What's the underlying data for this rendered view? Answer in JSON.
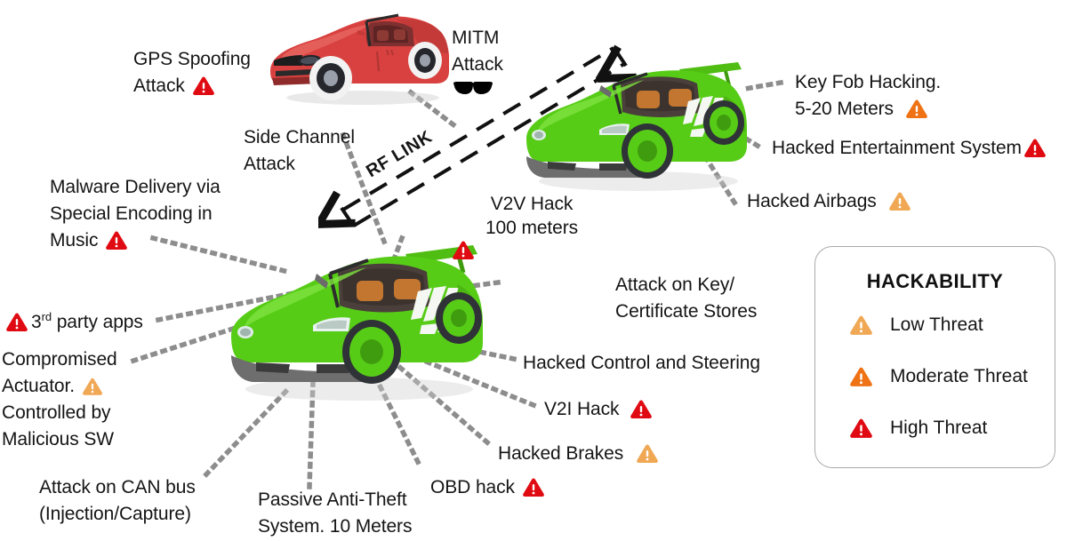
{
  "diagram": {
    "title": "Automotive Attack Surface / Hackability Diagram",
    "rf_link_label": "RF LINK",
    "colors": {
      "low_threat": "#f0a855",
      "moderate_threat": "#ef7215",
      "high_threat": "#e00b12",
      "leader_line": "#8d8d8d",
      "text": "#151515",
      "legend_border": "#aaaaaa",
      "car_green": "#57cc17",
      "car_red": "#d8413f",
      "background": "#ffffff"
    }
  },
  "vehicles": [
    {
      "name": "red-convertible-car",
      "color": "#d8413f"
    },
    {
      "name": "green-sports-car-top",
      "color": "#57cc17"
    },
    {
      "name": "green-sports-car-main",
      "color": "#57cc17"
    }
  ],
  "labels": [
    {
      "id": "gps-spoofing",
      "lines": [
        "GPS Spoofing",
        "Attack"
      ],
      "threat": "high",
      "icon_position": "after-last-line"
    },
    {
      "id": "mitm",
      "lines": [
        "MITM",
        "Attack"
      ],
      "threat": "none",
      "icon": "sunglasses-icon"
    },
    {
      "id": "side-channel",
      "lines": [
        "Side Channel",
        "Attack"
      ],
      "threat": "none"
    },
    {
      "id": "malware-music",
      "lines": [
        "Malware Delivery via",
        "Special Encoding in",
        "Music"
      ],
      "threat": "high",
      "icon_position": "after-last-line"
    },
    {
      "id": "third-party-apps",
      "lines": [
        "3rd party apps"
      ],
      "threat": "high",
      "icon_position": "before-first-line"
    },
    {
      "id": "compromised-actuator",
      "lines": [
        "Compromised",
        "Actuator.",
        "Controlled by",
        "Malicious SW"
      ],
      "threat": "low",
      "icon_position": "after-line-2"
    },
    {
      "id": "attack-can-bus",
      "lines": [
        "Attack on CAN bus",
        "(Injection/Capture)"
      ],
      "threat": "none"
    },
    {
      "id": "passive-anti-theft",
      "lines": [
        "Passive Anti-Theft",
        "System. 10 Meters"
      ],
      "threat": "none"
    },
    {
      "id": "obd-hack",
      "lines": [
        "OBD hack"
      ],
      "threat": "high",
      "icon_position": "after-last-line"
    },
    {
      "id": "hacked-brakes",
      "lines": [
        "Hacked Brakes"
      ],
      "threat": "low",
      "icon_position": "after-last-line"
    },
    {
      "id": "v2i-hack",
      "lines": [
        "V2I Hack"
      ],
      "threat": "high",
      "icon_position": "after-last-line"
    },
    {
      "id": "hacked-control-steering",
      "lines": [
        "Hacked Control and Steering"
      ],
      "threat": "none"
    },
    {
      "id": "attack-key-cert",
      "lines": [
        "Attack on Key/",
        "Certificate Stores"
      ],
      "threat": "none"
    },
    {
      "id": "v2v-hack",
      "lines": [
        "V2V Hack",
        "100 meters"
      ],
      "threat": "high",
      "icon_position": "below"
    },
    {
      "id": "key-fob-hacking",
      "lines": [
        "Key Fob Hacking.",
        "5-20 Meters"
      ],
      "threat": "moderate",
      "icon_position": "after-last-line"
    },
    {
      "id": "hacked-entertainment",
      "lines": [
        "Hacked Entertainment System"
      ],
      "threat": "high",
      "icon_position": "after-last-line"
    },
    {
      "id": "hacked-airbags",
      "lines": [
        "Hacked Airbags"
      ],
      "threat": "low",
      "icon_position": "after-last-line"
    }
  ],
  "legend": {
    "title": "HACKABILITY",
    "items": [
      {
        "id": "low",
        "label": "Low Threat",
        "color": "#f0a855"
      },
      {
        "id": "moderate",
        "label": "Moderate Threat",
        "color": "#ef7215"
      },
      {
        "id": "high",
        "label": "High Threat",
        "color": "#e00b12"
      }
    ]
  }
}
